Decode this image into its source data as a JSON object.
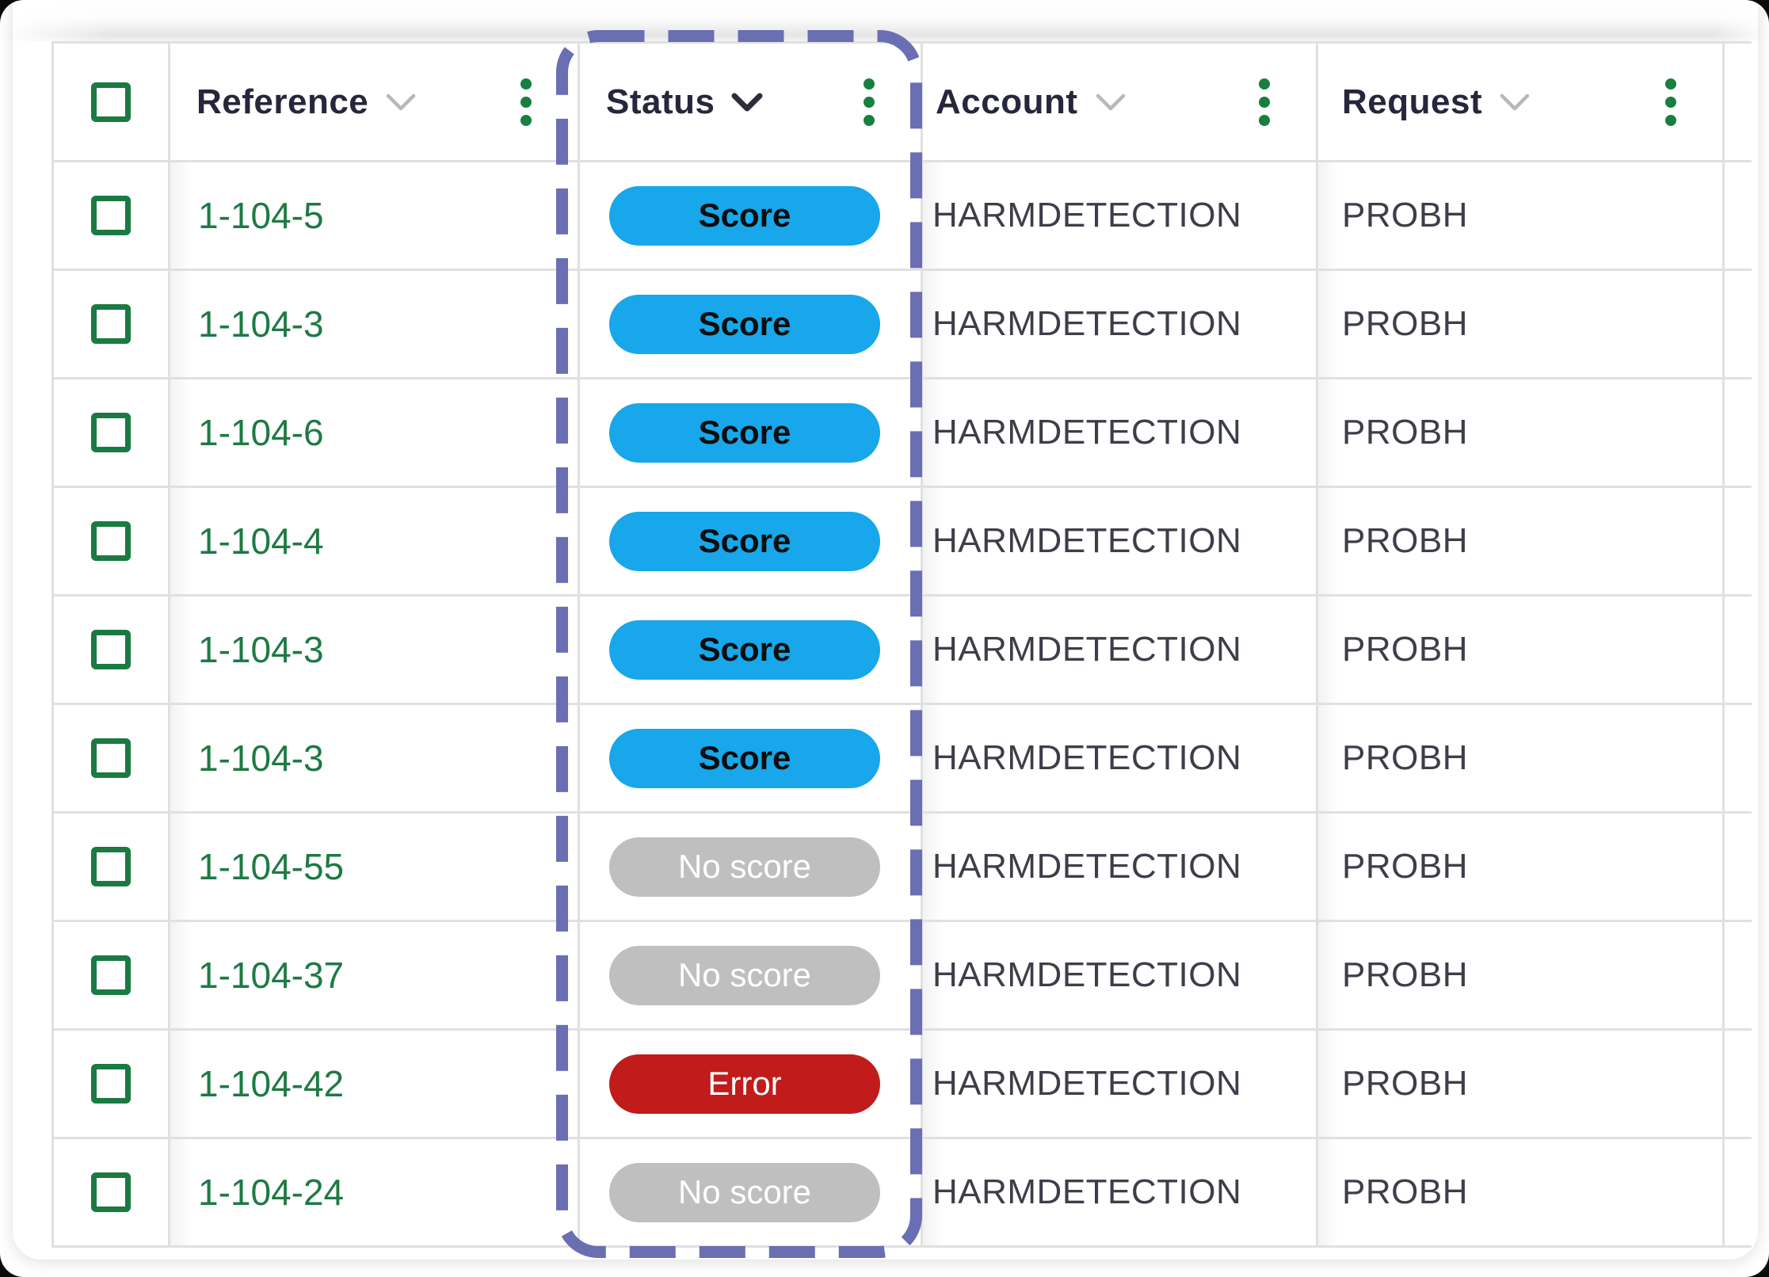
{
  "header": {
    "select_all": {
      "type": "checkbox",
      "checked": false
    },
    "columns": [
      {
        "key": "reference",
        "label": "Reference",
        "sort_icon": "chevron-down",
        "menu_icon": "kebab",
        "sort_active": false
      },
      {
        "key": "status",
        "label": "Status",
        "sort_icon": "chevron-down",
        "menu_icon": "kebab",
        "sort_active": true
      },
      {
        "key": "account",
        "label": "Account",
        "sort_icon": "chevron-down",
        "menu_icon": "kebab",
        "sort_active": false
      },
      {
        "key": "request",
        "label": "Request",
        "sort_icon": "chevron-down",
        "menu_icon": "kebab",
        "sort_active": false
      }
    ]
  },
  "rows": [
    {
      "reference": "1-104-5",
      "status": "score",
      "account": "HARMDETECTION",
      "request": "PROBH",
      "checked": false
    },
    {
      "reference": "1-104-3",
      "status": "score",
      "account": "HARMDETECTION",
      "request": "PROBH",
      "checked": false
    },
    {
      "reference": "1-104-6",
      "status": "score",
      "account": "HARMDETECTION",
      "request": "PROBH",
      "checked": false
    },
    {
      "reference": "1-104-4",
      "status": "score",
      "account": "HARMDETECTION",
      "request": "PROBH",
      "checked": false
    },
    {
      "reference": "1-104-3",
      "status": "score",
      "account": "HARMDETECTION",
      "request": "PROBH",
      "checked": false
    },
    {
      "reference": "1-104-3",
      "status": "score",
      "account": "HARMDETECTION",
      "request": "PROBH",
      "checked": false
    },
    {
      "reference": "1-104-55",
      "status": "no_score",
      "account": "HARMDETECTION",
      "request": "PROBH",
      "checked": false
    },
    {
      "reference": "1-104-37",
      "status": "no_score",
      "account": "HARMDETECTION",
      "request": "PROBH",
      "checked": false
    },
    {
      "reference": "1-104-42",
      "status": "error",
      "account": "HARMDETECTION",
      "request": "PROBH",
      "checked": false
    },
    {
      "reference": "1-104-24",
      "status": "no_score",
      "account": "HARMDETECTION",
      "request": "PROBH",
      "checked": false
    }
  ],
  "status_pills": {
    "score": {
      "label": "Score",
      "bg": "#17a7ea",
      "fg": "#0d0d0d"
    },
    "no_score": {
      "label": "No score",
      "bg": "#bfbfbf",
      "fg": "#ffffff"
    },
    "error": {
      "label": "Error",
      "bg": "#c11b1b",
      "fg": "#ffffff"
    }
  },
  "highlight": {
    "target_column": "Status",
    "style": "dashed-rounded-rectangle",
    "color": "#6a6eb2"
  },
  "colors": {
    "reference_text": "#1e7a44",
    "checkbox_border": "#1a7a42",
    "kebab_dots": "#17803f",
    "header_text": "#26263c",
    "cell_text": "#3e3e4a",
    "grid_line": "#e0e0e0",
    "chevron_muted": "#b8b8b8",
    "chevron_dark": "#2e2e3a"
  }
}
